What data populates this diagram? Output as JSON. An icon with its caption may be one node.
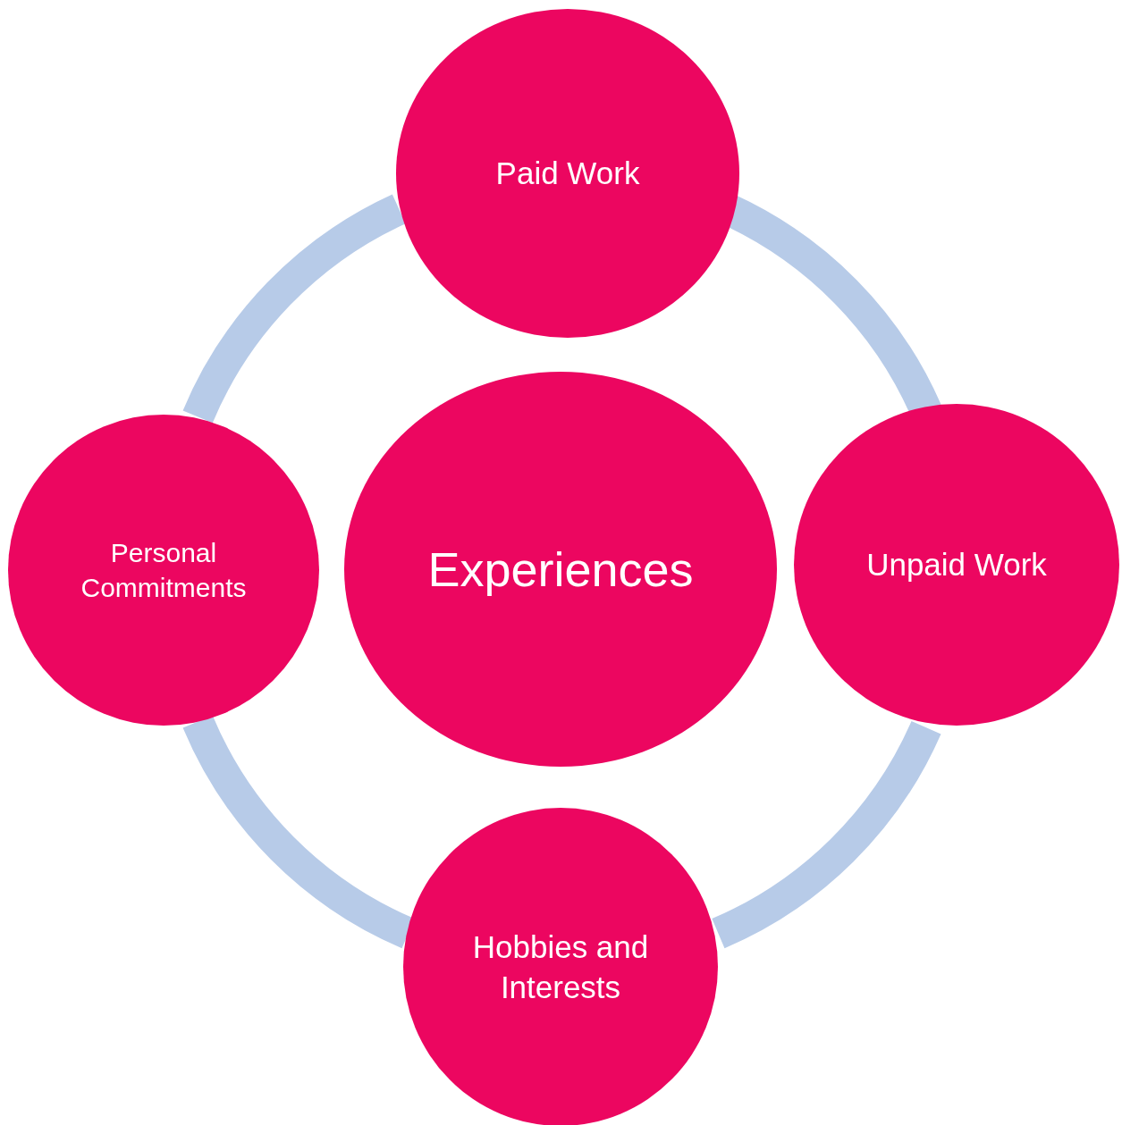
{
  "diagram": {
    "nodes": [
      {
        "text": [
          "Paid Work"
        ]
      },
      {
        "text": [
          "Personal Commitments"
        ]
      },
      {
        "text": [
          "Experiences"
        ]
      },
      {
        "text": [
          "Unpaid Work"
        ]
      },
      {
        "text": [
          "Hobbies and Interests"
        ]
      }
    ],
    "edges": [
      {
        "from": 0,
        "to": 3,
        "arrow": "none"
      },
      {
        "from": 3,
        "to": 4,
        "arrow": "none"
      },
      {
        "from": 4,
        "to": 1,
        "arrow": "none"
      },
      {
        "from": 1,
        "to": 0,
        "arrow": "none"
      }
    ]
  }
}
